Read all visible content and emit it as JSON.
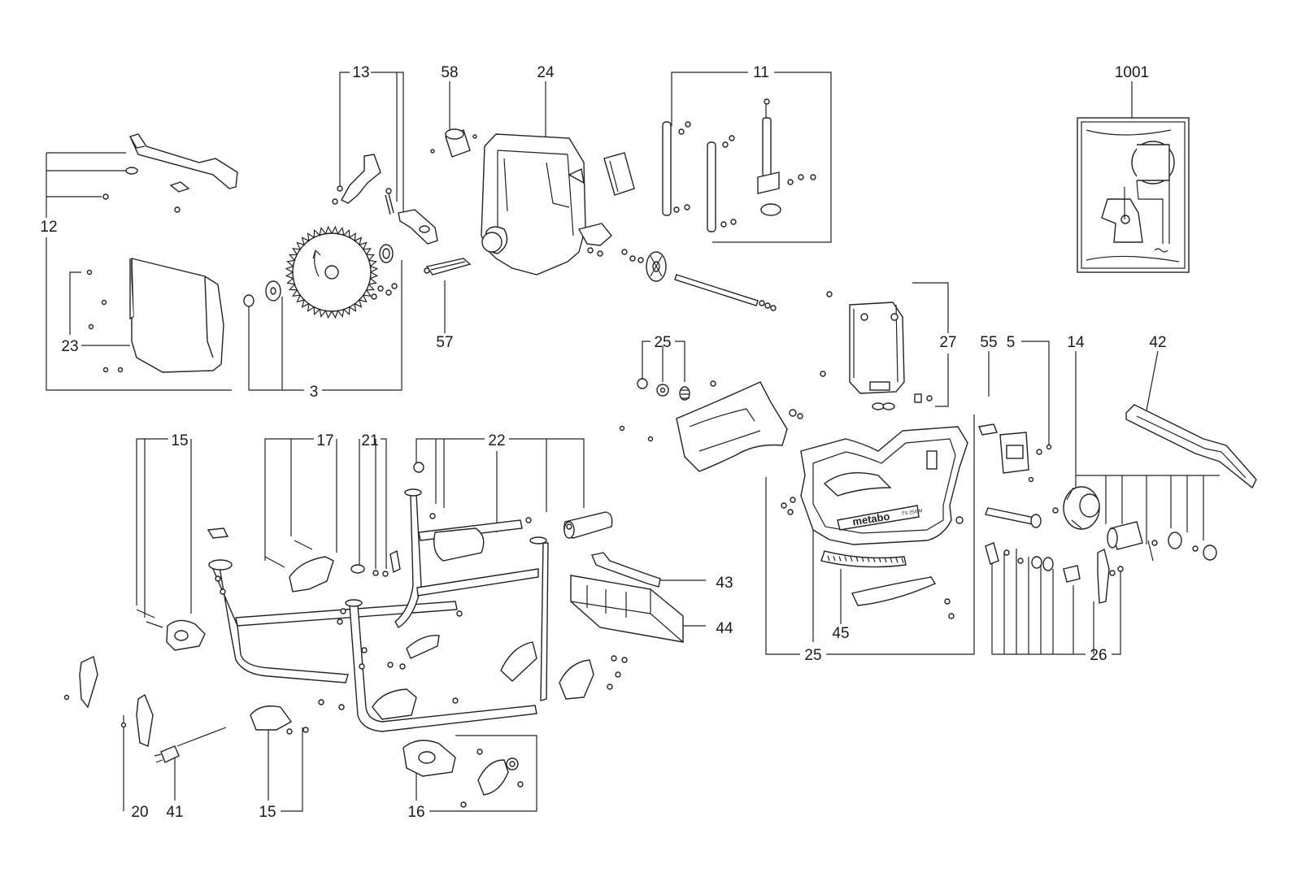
{
  "callouts": {
    "c13": "13",
    "c58": "58",
    "c24": "24",
    "c11": "11",
    "c1001": "1001",
    "c12": "12",
    "c23": "23",
    "c3": "3",
    "c57": "57",
    "c27": "27",
    "c25a": "25",
    "c55": "55",
    "c5": "5",
    "c14": "14",
    "c42": "42",
    "c15a": "15",
    "c17": "17",
    "c21": "21",
    "c22": "22",
    "c43": "43",
    "c44": "44",
    "c45": "45",
    "c25b": "25",
    "c26": "26",
    "c20": "20",
    "c41": "41",
    "c15b": "15",
    "c16": "16"
  },
  "brand": {
    "logo_text": "metabo",
    "model_text": "TS 254 M"
  },
  "colors": {
    "line": "#222222",
    "background": "#ffffff"
  }
}
